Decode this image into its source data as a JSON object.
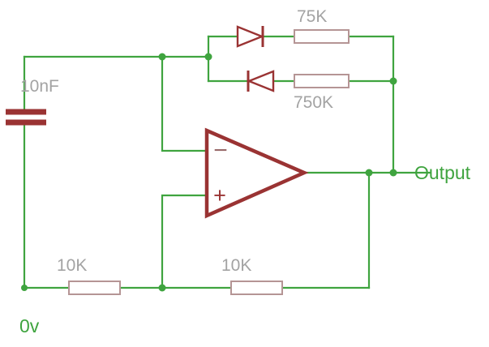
{
  "colors": {
    "wire": "#3fa43f",
    "component": "#9a3333",
    "resistor": "#b59595",
    "label": "#a3a3a3",
    "minus": "#996a6a",
    "background": "#ffffff"
  },
  "schematic": {
    "capacitor_label": "10nF",
    "top_resistor_label": "75K",
    "feedback_resistor_label": "750K",
    "left_resistor_label": "10K",
    "right_resistor_label": "10K",
    "output_label": "Output",
    "ground_label": "0v",
    "inverting_symbol": "−",
    "noninverting_symbol": "+"
  },
  "components": [
    {
      "type": "capacitor",
      "value": "10nF"
    },
    {
      "type": "diode",
      "direction": "right"
    },
    {
      "type": "resistor",
      "value": "75K"
    },
    {
      "type": "diode",
      "direction": "left"
    },
    {
      "type": "resistor",
      "value": "750K"
    },
    {
      "type": "op-amp"
    },
    {
      "type": "resistor",
      "value": "10K"
    },
    {
      "type": "resistor",
      "value": "10K"
    }
  ],
  "nets": [
    "Output",
    "0v"
  ]
}
